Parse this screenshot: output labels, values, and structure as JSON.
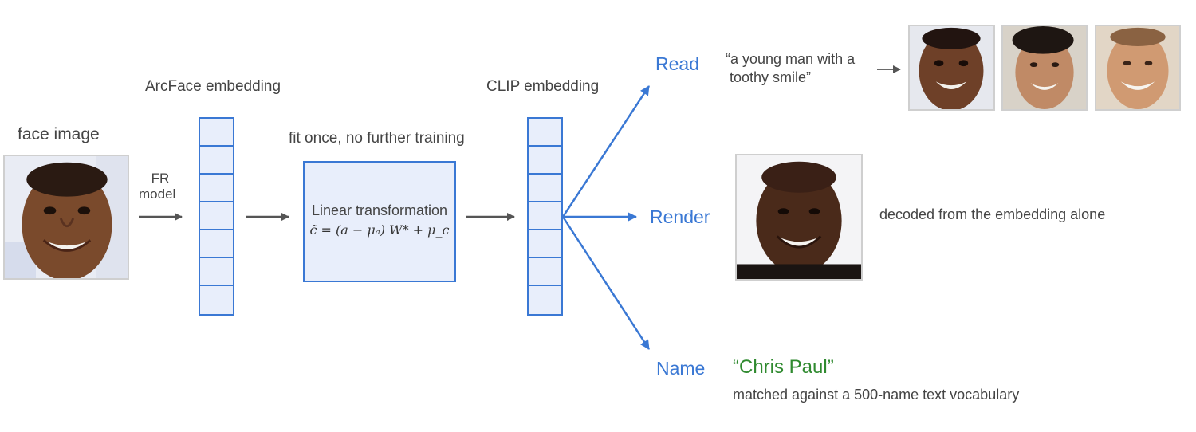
{
  "input": {
    "label": "face image",
    "fr_model_line1": "FR",
    "fr_model_line2": "model"
  },
  "arcface": {
    "label": "ArcFace embedding",
    "cells": 7
  },
  "transform": {
    "caption": "fit once, no further training",
    "title": "Linear transformation",
    "formula": "c̃ = (a − μₐ) W* + μ_c"
  },
  "clip": {
    "label": "CLIP embedding",
    "cells": 7
  },
  "outputs": {
    "read": {
      "label": "Read",
      "caption_line1": "“a young man with a",
      "caption_line2": "toothy smile”"
    },
    "render": {
      "label": "Render",
      "caption": "decoded from the embedding alone"
    },
    "name": {
      "label": "Name",
      "result": "“Chris Paul”",
      "caption": "matched against a 500-name text vocabulary"
    }
  },
  "colors": {
    "accent_blue": "#3a78d4",
    "box_fill": "#e8eefb",
    "arrow_gray": "#555555",
    "name_green": "#2f8a2f"
  }
}
